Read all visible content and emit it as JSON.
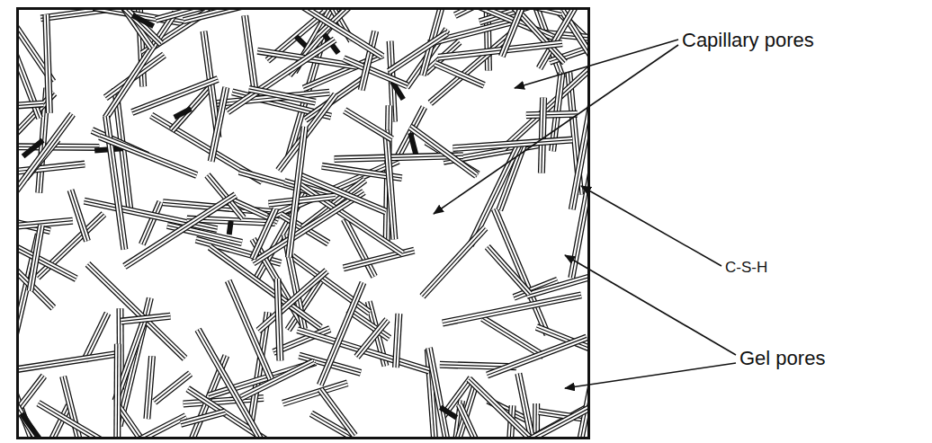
{
  "diagram": {
    "labels": [
      "Capillary pores",
      "C-S-H",
      "Gel pores"
    ]
  }
}
